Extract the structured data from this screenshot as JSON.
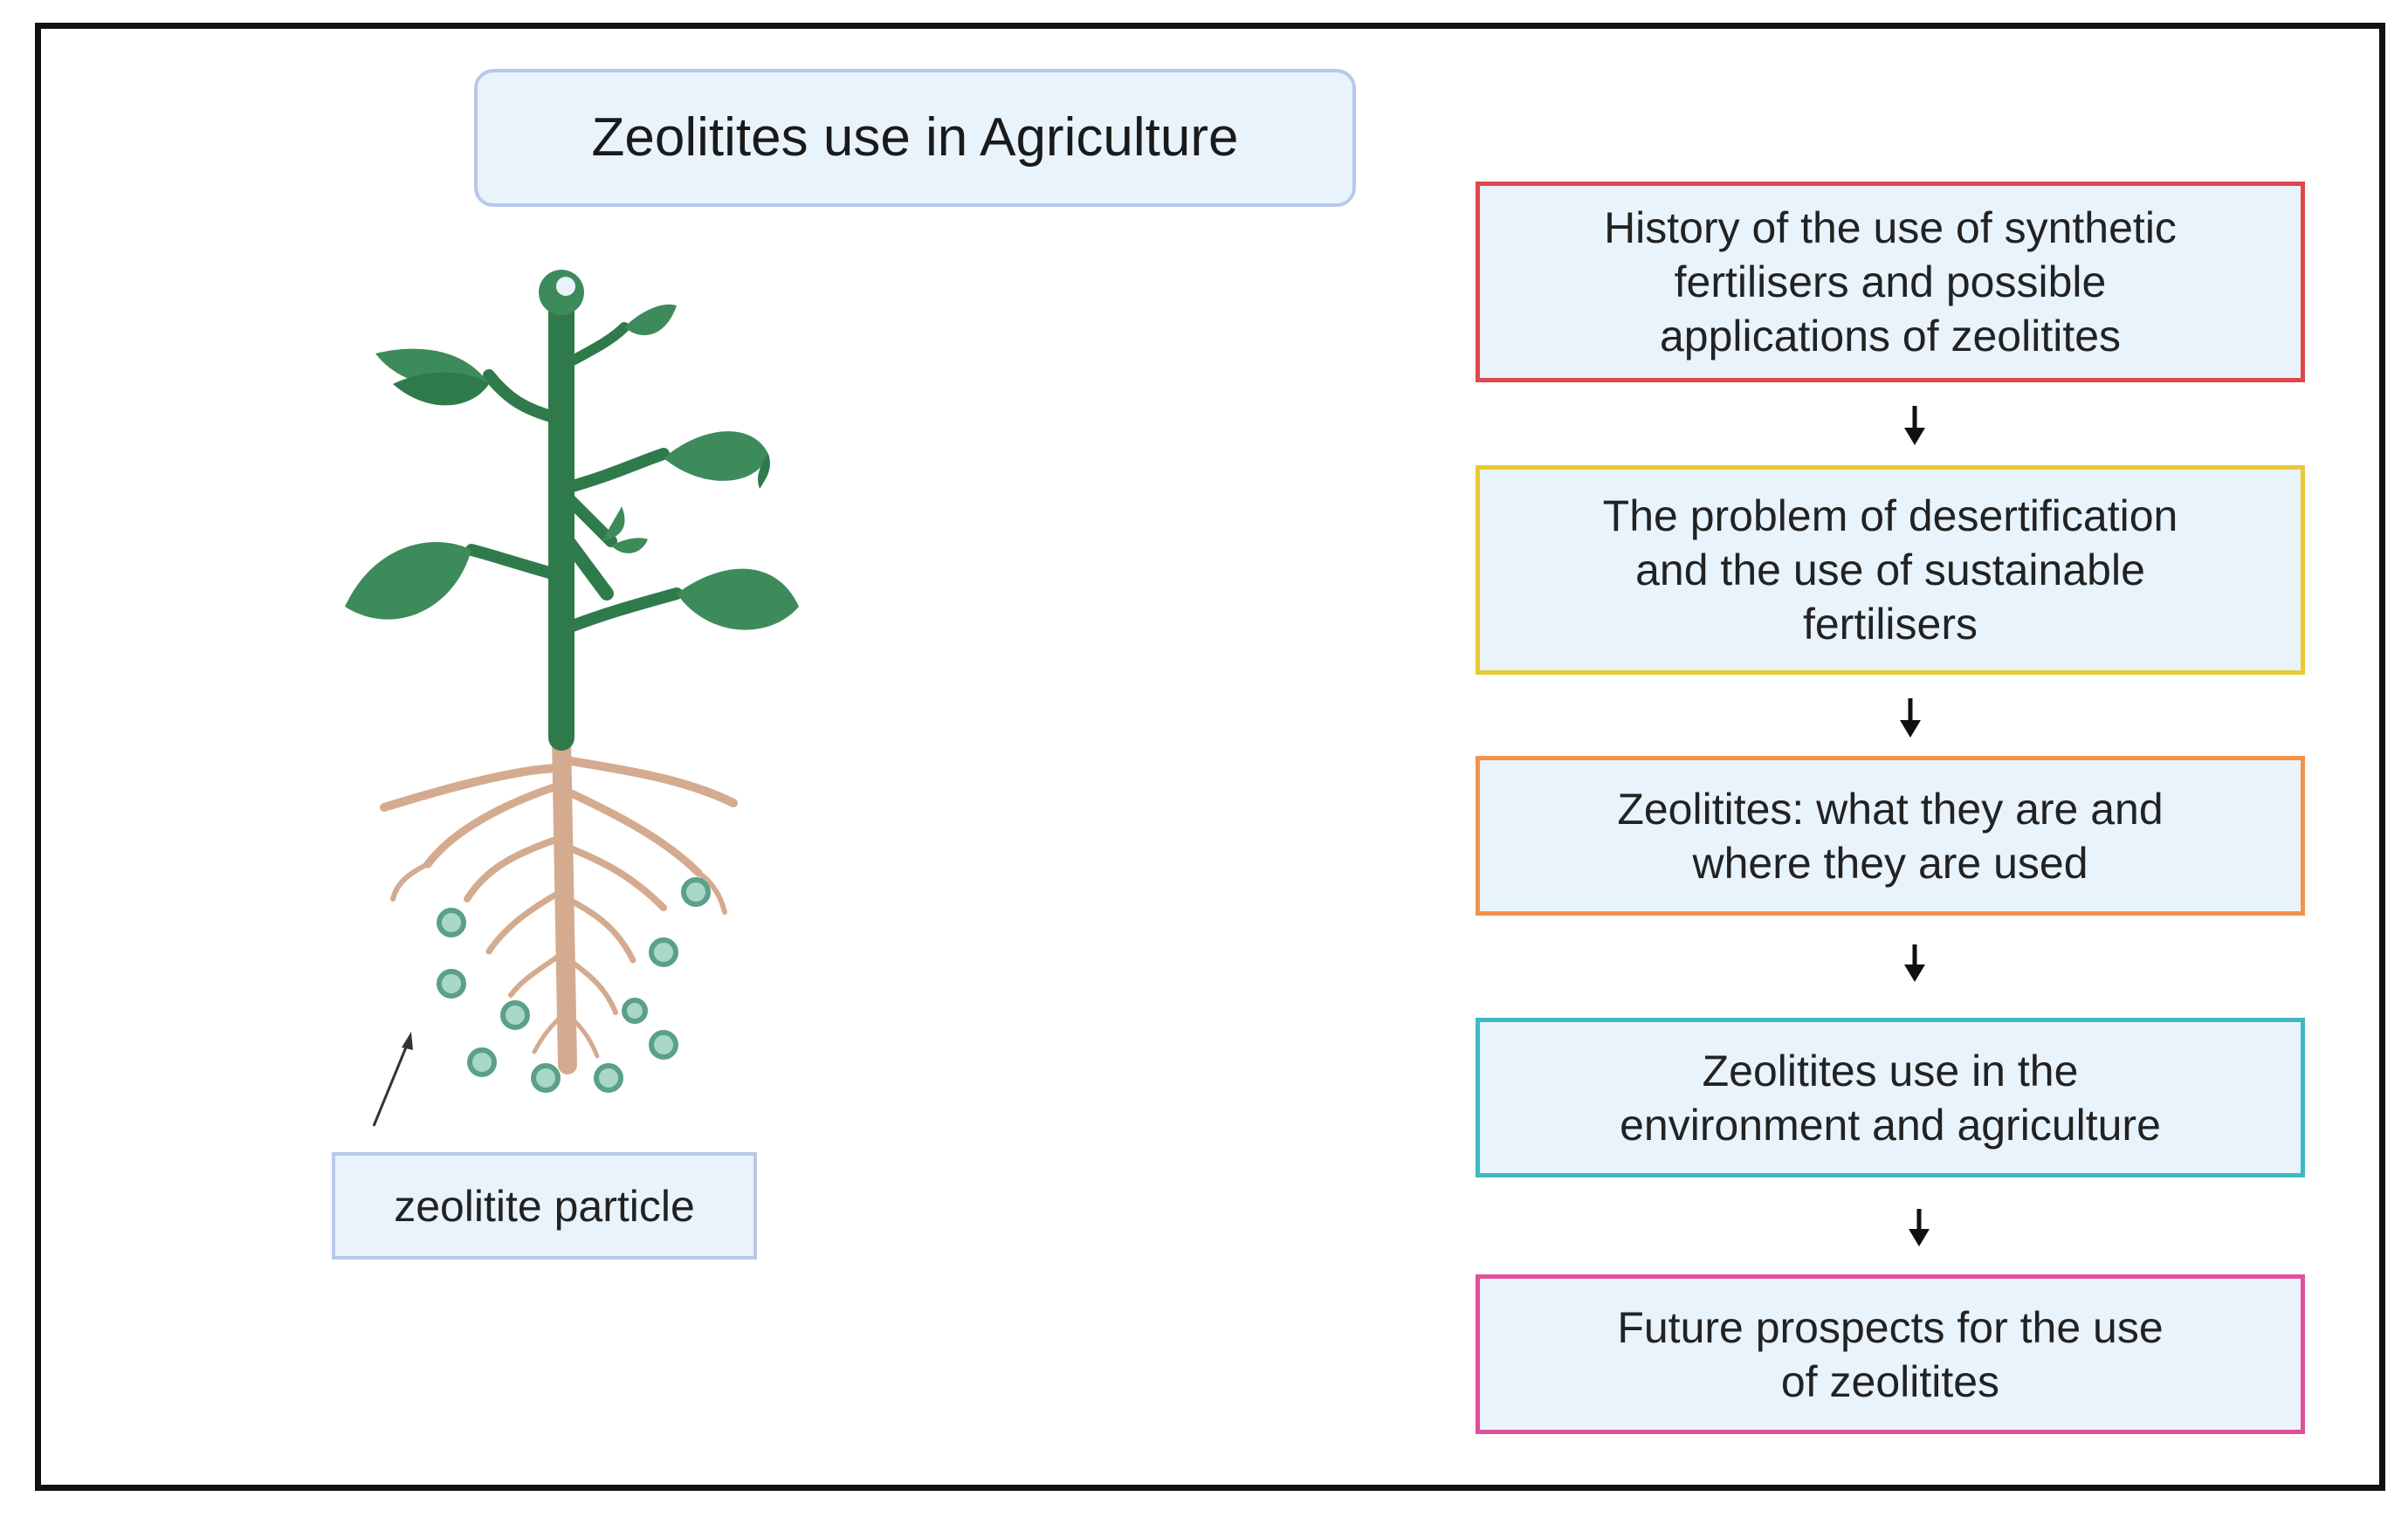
{
  "title": "Zeolitites use in Agriculture",
  "particle_label": "zeolitite particle",
  "colors": {
    "box_fill": "#e9f3fc",
    "title_border": "#b7c8ea",
    "leaf": "#3d8b5a",
    "stem": "#2f7a4a",
    "root": "#d4ab8f",
    "particle": "#5aa08a"
  },
  "steps": [
    {
      "text": "History of the use of synthetic\nfertilisers and possible\napplications of zeolitites",
      "border": "#e0474c"
    },
    {
      "text": "The problem of desertification\nand the use of sustainable\nfertilisers",
      "border": "#e8c934"
    },
    {
      "text": "Zeolitites: what they are and\nwhere they are used",
      "border": "#f0924a"
    },
    {
      "text": "Zeolitites use in the\nenvironment and agriculture",
      "border": "#3fb8c2"
    },
    {
      "text": "Future prospects for the use\nof zeolitites",
      "border": "#e0509a"
    }
  ],
  "icons": {
    "plant": "plant-icon",
    "particle": "zeolitite-particle-icon",
    "arrow": "arrow-down-icon"
  }
}
